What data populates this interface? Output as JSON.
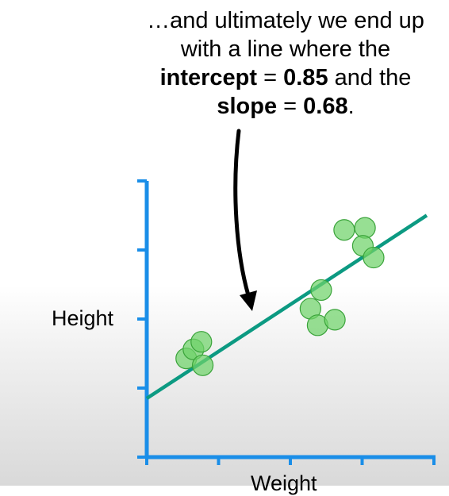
{
  "annotation": {
    "line1": "…and ultimately we end up",
    "line2": "with a line where the",
    "intercept_word": "intercept",
    "intercept_eq": " = ",
    "intercept_value": "0.85",
    "intercept_tail": " and the",
    "slope_word": "slope",
    "slope_eq": " = ",
    "slope_value": "0.68",
    "slope_tail": "."
  },
  "chart_data": {
    "type": "scatter",
    "xlabel": "Weight",
    "ylabel": "Height",
    "xlim": [
      0,
      4
    ],
    "ylim": [
      0,
      4
    ],
    "x_ticks": [
      0,
      1,
      2,
      3,
      4
    ],
    "y_ticks": [
      0,
      1,
      2,
      3,
      4
    ],
    "points": [
      {
        "x": 0.55,
        "y": 1.43
      },
      {
        "x": 0.65,
        "y": 1.56
      },
      {
        "x": 0.76,
        "y": 1.67
      },
      {
        "x": 0.78,
        "y": 1.33
      },
      {
        "x": 2.28,
        "y": 2.15
      },
      {
        "x": 2.43,
        "y": 2.42
      },
      {
        "x": 2.38,
        "y": 1.91
      },
      {
        "x": 2.62,
        "y": 1.99
      },
      {
        "x": 2.75,
        "y": 3.29
      },
      {
        "x": 3.04,
        "y": 3.32
      },
      {
        "x": 3.01,
        "y": 3.06
      },
      {
        "x": 3.16,
        "y": 2.89
      }
    ],
    "fit_line": {
      "intercept": 0.85,
      "slope": 0.68
    },
    "colors": {
      "axis": "#1a8ee8",
      "line": "#0c9a82",
      "point_fill": "#6fd36a",
      "point_stroke": "#3aa33a",
      "arrow": "#000000"
    }
  }
}
